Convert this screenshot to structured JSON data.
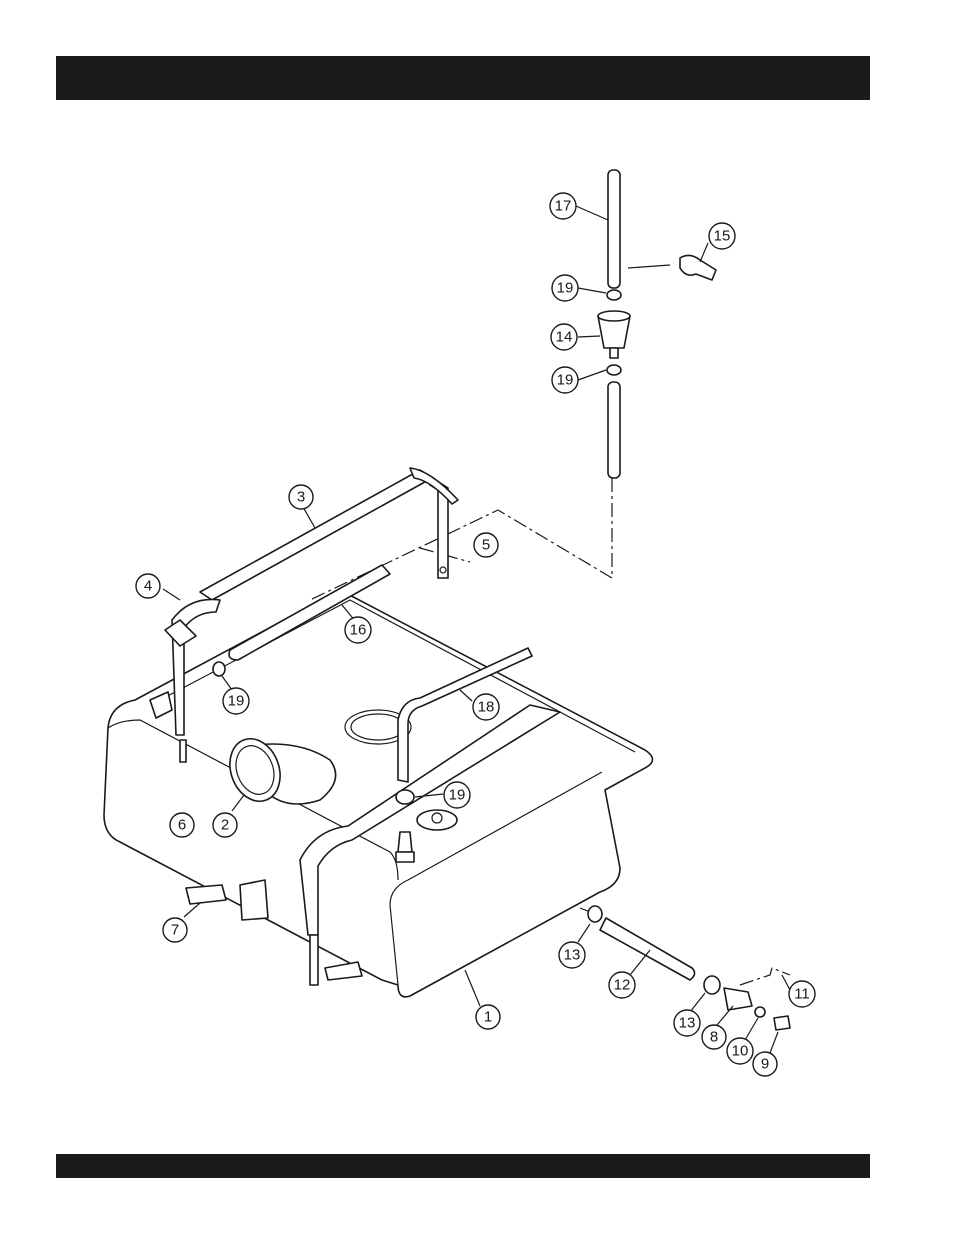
{
  "header": {
    "title": ""
  },
  "footer": {
    "text": ""
  },
  "diagram": {
    "callouts": [
      {
        "id": "c17",
        "label": "17"
      },
      {
        "id": "c15",
        "label": "15"
      },
      {
        "id": "c19a",
        "label": "19"
      },
      {
        "id": "c14",
        "label": "14"
      },
      {
        "id": "c19b",
        "label": "19"
      },
      {
        "id": "c3",
        "label": "3"
      },
      {
        "id": "c5",
        "label": "5"
      },
      {
        "id": "c4",
        "label": "4"
      },
      {
        "id": "c16",
        "label": "16"
      },
      {
        "id": "c19c",
        "label": "19"
      },
      {
        "id": "c18",
        "label": "18"
      },
      {
        "id": "c19d",
        "label": "19"
      },
      {
        "id": "c6",
        "label": "6"
      },
      {
        "id": "c2",
        "label": "2"
      },
      {
        "id": "c7",
        "label": "7"
      },
      {
        "id": "c13a",
        "label": "13"
      },
      {
        "id": "c12",
        "label": "12"
      },
      {
        "id": "c11",
        "label": "11"
      },
      {
        "id": "c1",
        "label": "1"
      },
      {
        "id": "c13b",
        "label": "13"
      },
      {
        "id": "c8",
        "label": "8"
      },
      {
        "id": "c10",
        "label": "10"
      },
      {
        "id": "c9",
        "label": "9"
      }
    ]
  }
}
